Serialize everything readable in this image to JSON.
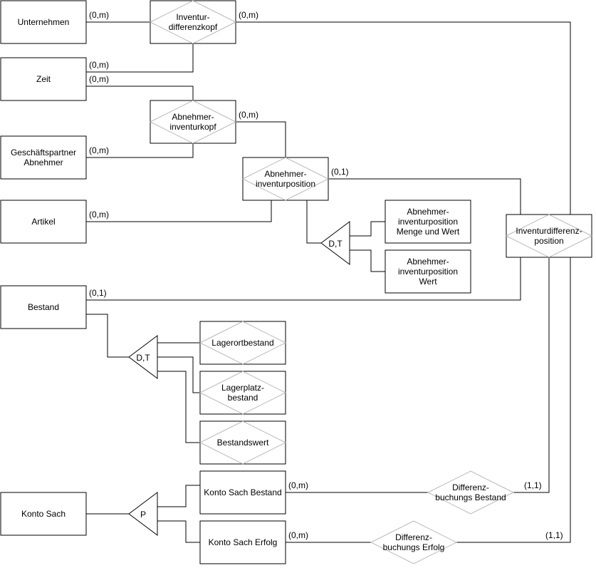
{
  "entities": {
    "unternehmen": [
      "Unternehmen"
    ],
    "zeit": [
      "Zeit"
    ],
    "geschaeftspartner": [
      "Geschäftspartner",
      "Abnehmer"
    ],
    "artikel": [
      "Artikel"
    ],
    "bestand": [
      "Bestand"
    ],
    "konto_sach": [
      "Konto Sach"
    ]
  },
  "relationships": {
    "inventurdifferenzkopf": [
      "Inventur-",
      "differenzkopf"
    ],
    "abnehmerinventurkopf": [
      "Abnehmer-",
      "inventurkopf"
    ],
    "abnehmerinventurposition": [
      "Abnehmer-",
      "inventurposition"
    ],
    "inventurdifferenzposition": [
      "Inventurdifferenz-",
      "position"
    ],
    "lagerortbestand": [
      "Lagerortbestand"
    ],
    "lagerplatzbestand": [
      "Lagerplatz-",
      "bestand"
    ],
    "bestandswert": [
      "Bestandswert"
    ],
    "differenzbuchungs_bestand": [
      "Differenz-",
      "buchungs Bestand"
    ],
    "differenzbuchungs_erfolg": [
      "Differenz-",
      "buchungs Erfolg"
    ]
  },
  "subtypes": {
    "abnehmerinventurposition_menge_wert": [
      "Abnehmer-",
      "inventurposition",
      "Menge und Wert"
    ],
    "abnehmerinventurposition_wert": [
      "Abnehmer-",
      "inventurposition",
      "Wert"
    ],
    "konto_sach_bestand": [
      "Konto Sach Bestand"
    ],
    "konto_sach_erfolg": [
      "Konto Sach Erfolg"
    ]
  },
  "generalizations": {
    "abnehmer": "D,T",
    "bestand": "D,T",
    "konto": "P"
  },
  "cardinalities": {
    "unternehmen_idk": "(0,m)",
    "idk_idp": "(0,m)",
    "zeit_idk": "(0,m)",
    "zeit_aik": "(0,m)",
    "aik_aip": "(0,m)",
    "gp_aik": "(0,m)",
    "aip_idp": "(0,1)",
    "artikel_aip": "(0,m)",
    "bestand_idp": "(0,1)",
    "ksb_dbb": "(0,m)",
    "dbb_idp": "(1,1)",
    "kse_dbe": "(0,m)",
    "dbe_idp": "(1,1)"
  }
}
